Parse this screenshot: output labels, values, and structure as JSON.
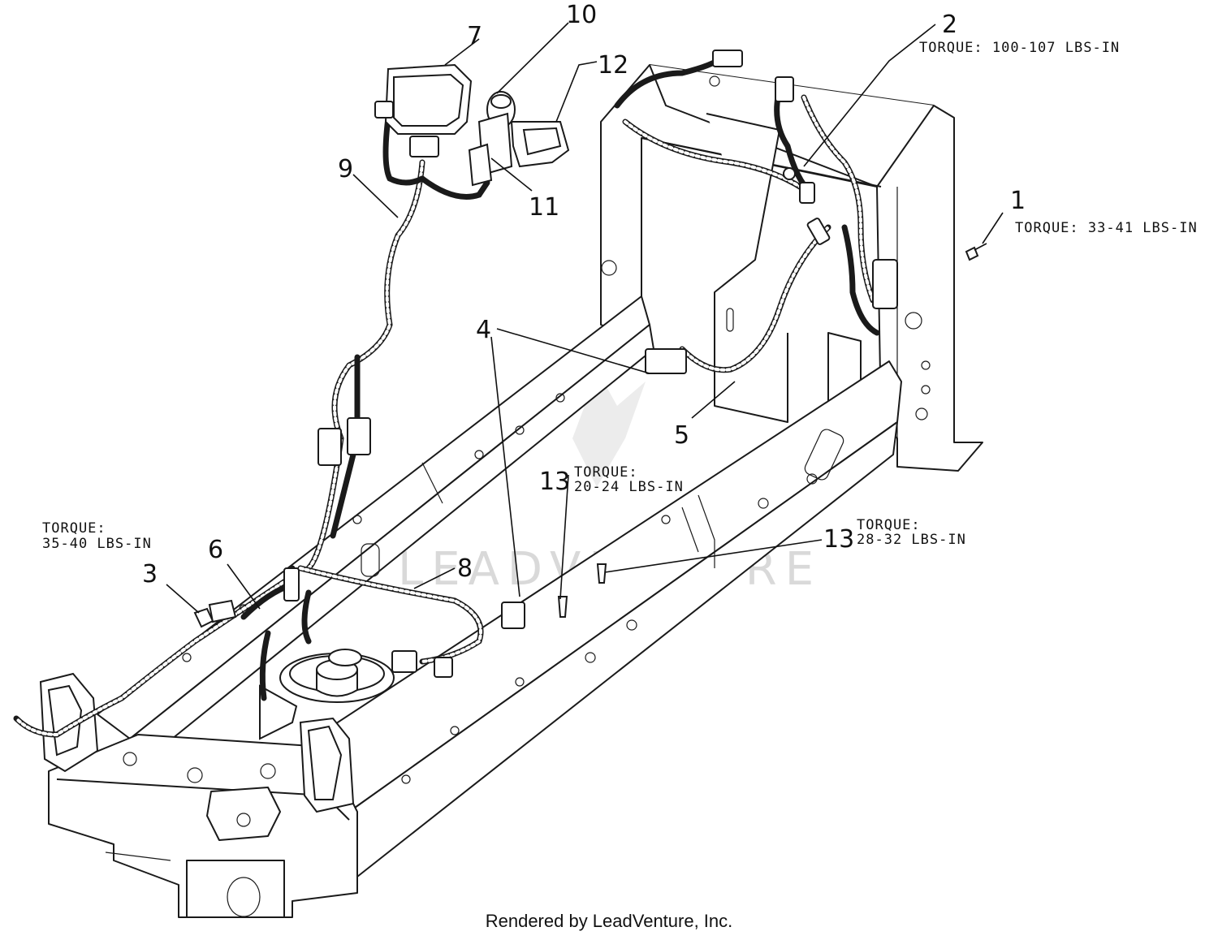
{
  "callouts": {
    "c1": "1",
    "c2": "2",
    "c3": "3",
    "c4": "4",
    "c5": "5",
    "c6": "6",
    "c7": "7",
    "c8": "8",
    "c9": "9",
    "c10": "10",
    "c11": "11",
    "c12": "12",
    "c13a": "13",
    "c13b": "13"
  },
  "torque": {
    "t1": "TORQUE: 33-41 LBS-IN",
    "t2": "TORQUE: 100-107 LBS-IN",
    "t3_line1": "TORQUE:",
    "t3_line2": "35-40 LBS-IN",
    "t13a_line1": "TORQUE:",
    "t13a_line2": "20-24 LBS-IN",
    "t13b_line1": "TORQUE:",
    "t13b_line2": "28-32 LBS-IN"
  },
  "watermark": "LEADVENTURE",
  "footer": "Rendered by LeadVenture, Inc."
}
